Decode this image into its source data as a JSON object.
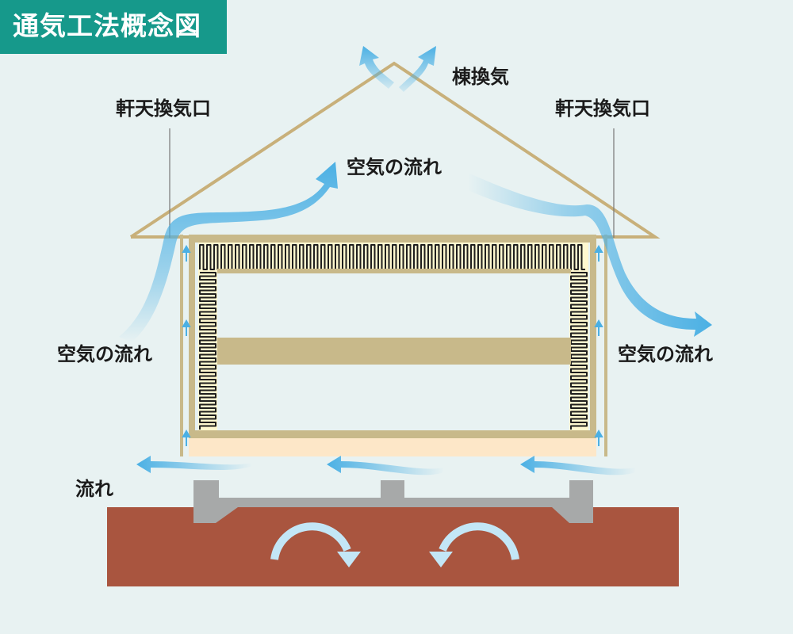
{
  "title": "通気工法概念図",
  "labels": {
    "ridge_vent": "棟換気",
    "eave_vent_left": "軒天換気口",
    "eave_vent_right": "軒天換気口",
    "airflow_attic": "空気の流れ",
    "airflow_left": "空気の流れ",
    "airflow_right": "空気の流れ",
    "underfloor_flow": "流れ"
  },
  "colors": {
    "background": "#e8f2f2",
    "title_badge": "#16998b",
    "roof_line": "#c8b07a",
    "wall_frame": "#c8b98a",
    "beam": "#c8b98a",
    "insulation_fill": "#fff8cf",
    "insulation_stroke": "#1e1e1e",
    "floor_board": "#fde7c8",
    "foundation": "#a7a9a9",
    "soil": "#a9553f",
    "airflow": "#4bb0e4"
  }
}
